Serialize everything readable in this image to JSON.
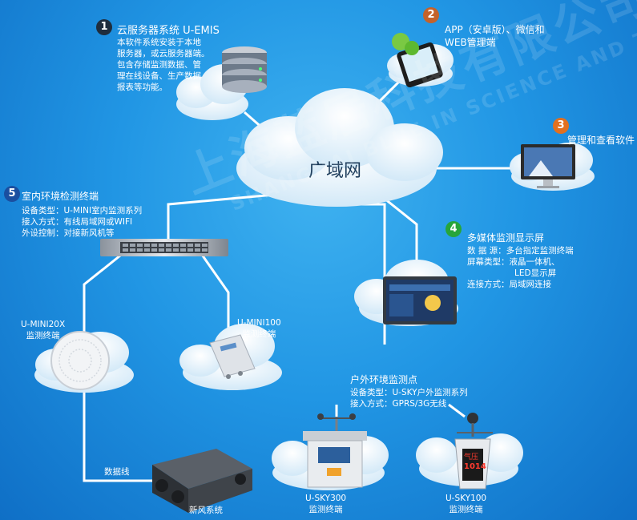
{
  "center": {
    "label": "广域网"
  },
  "watermark": {
    "cn": "上海蓝居科技有限公司",
    "en": "SHANGHAI BLUE IN SCIENCE AND TECHNOLOGY"
  },
  "nodes": [
    {
      "badge": "1",
      "badge_color": "#1f2d3d",
      "title": "云服务器系统 U-EMIS",
      "lines": [
        "本软件系统安装于本地",
        "服务器，或云服务器端。",
        "包含存储监测数据、管",
        "理在线设备、生产数据",
        "报表等功能。"
      ]
    },
    {
      "badge": "2",
      "badge_color": "#c4622a",
      "title": "APP（安卓版）、微信和",
      "lines": [
        "WEB管理端"
      ]
    },
    {
      "badge": "3",
      "badge_color": "#e2701f",
      "title": "管理和查看软件",
      "lines": []
    },
    {
      "badge": "4",
      "badge_color": "#27a53a",
      "title": "多媒体监测显示屏",
      "lines": [
        "数  据  源：多台指定监测终端",
        "屏幕类型：液晶一体机、",
        "LED显示屏",
        "连接方式：局域网连接"
      ]
    },
    {
      "badge": "5",
      "badge_color": "#1a4fa0",
      "title": "室内环境检测终端",
      "lines": [
        "设备类型：U-MINI室内监测系列",
        "接入方式：有线局域网或WIFI",
        "外设控制：对接新风机等"
      ]
    }
  ],
  "outdoor": {
    "title": "户外环境监测点",
    "lines": [
      "设备类型：U-SKY户外监测系列",
      "接入方式：GPRS/3G无线"
    ]
  },
  "devices": {
    "umini20x": [
      "U-MINI20X",
      "监测终端"
    ],
    "umini100": [
      "U-MINI100",
      "监测终端"
    ],
    "usky300": [
      "U-SKY300",
      "监测终端"
    ],
    "usky100": [
      "U-SKY100",
      "监测终端"
    ],
    "fresh_air": "新风系统",
    "data_line": "数据线"
  },
  "screen": {
    "aqi_label": "气压",
    "aqi_value": "1014"
  }
}
